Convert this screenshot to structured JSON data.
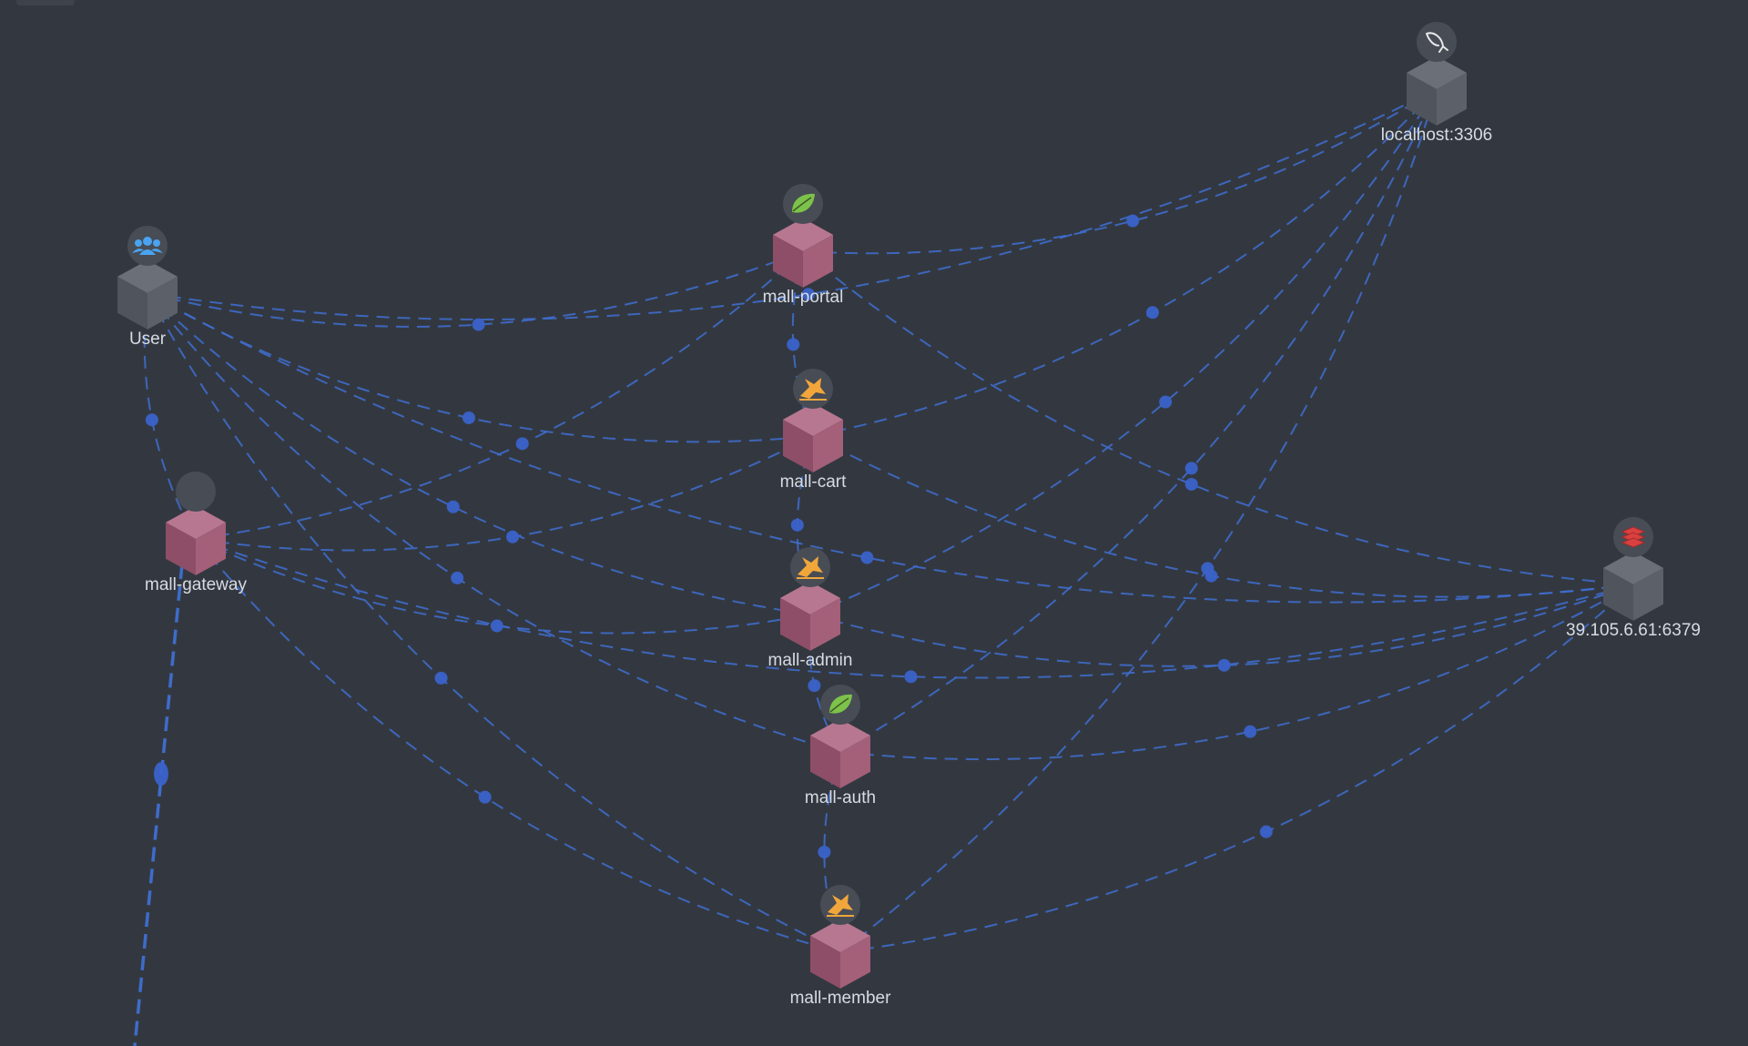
{
  "nodes": [
    {
      "id": "user",
      "label": "User",
      "kind": "user",
      "icon": "users-icon",
      "icon_color": "#4aa3f0"
    },
    {
      "id": "mall_portal",
      "label": "mall-portal",
      "kind": "service",
      "icon": "spring-leaf-icon",
      "icon_color": "#7dc24a"
    },
    {
      "id": "mall_cart",
      "label": "mall-cart",
      "kind": "service",
      "icon": "tomcat-icon",
      "icon_color": "#f0a63a"
    },
    {
      "id": "mall_gateway",
      "label": "mall-gateway",
      "kind": "service",
      "icon": "blank-icon",
      "icon_color": ""
    },
    {
      "id": "mall_admin",
      "label": "mall-admin",
      "kind": "service",
      "icon": "tomcat-icon",
      "icon_color": "#f0a63a"
    },
    {
      "id": "mall_auth",
      "label": "mall-auth",
      "kind": "service",
      "icon": "spring-leaf-icon",
      "icon_color": "#7dc24a"
    },
    {
      "id": "mall_member",
      "label": "mall-member",
      "kind": "service",
      "icon": "tomcat-icon",
      "icon_color": "#f0a63a"
    },
    {
      "id": "mysql",
      "label": "localhost:3306",
      "kind": "database",
      "icon": "mysql-dolphin-icon",
      "icon_color": "#e8e8e8"
    },
    {
      "id": "redis",
      "label": "39.105.6.61:6379",
      "kind": "cache",
      "icon": "redis-icon",
      "icon_color": "#d94141"
    }
  ],
  "edges": [
    [
      "user",
      "mall_portal"
    ],
    [
      "user",
      "mall_cart"
    ],
    [
      "user",
      "mall_admin"
    ],
    [
      "user",
      "mall_auth"
    ],
    [
      "user",
      "mall_member"
    ],
    [
      "user",
      "mall_gateway"
    ],
    [
      "user",
      "mysql"
    ],
    [
      "user",
      "redis"
    ],
    [
      "mall_gateway",
      "mall_portal"
    ],
    [
      "mall_gateway",
      "mall_cart"
    ],
    [
      "mall_gateway",
      "mall_admin"
    ],
    [
      "mall_gateway",
      "mall_member"
    ],
    [
      "mall_gateway",
      "redis"
    ],
    [
      "mall_portal",
      "mall_cart"
    ],
    [
      "mall_portal",
      "mysql"
    ],
    [
      "mall_portal",
      "redis"
    ],
    [
      "mall_cart",
      "mall_admin"
    ],
    [
      "mall_cart",
      "mysql"
    ],
    [
      "mall_cart",
      "redis"
    ],
    [
      "mall_admin",
      "mall_auth"
    ],
    [
      "mall_admin",
      "mysql"
    ],
    [
      "mall_admin",
      "redis"
    ],
    [
      "mall_auth",
      "mall_member"
    ],
    [
      "mall_auth",
      "mysql"
    ],
    [
      "mall_auth",
      "redis"
    ],
    [
      "mall_member",
      "mysql"
    ],
    [
      "mall_member",
      "redis"
    ]
  ],
  "colors": {
    "background": "#333840",
    "edge": "#3f6fd2",
    "service_cube": "#a45f79",
    "infra_cube": "#5b6069",
    "label": "#d7dbe2"
  }
}
